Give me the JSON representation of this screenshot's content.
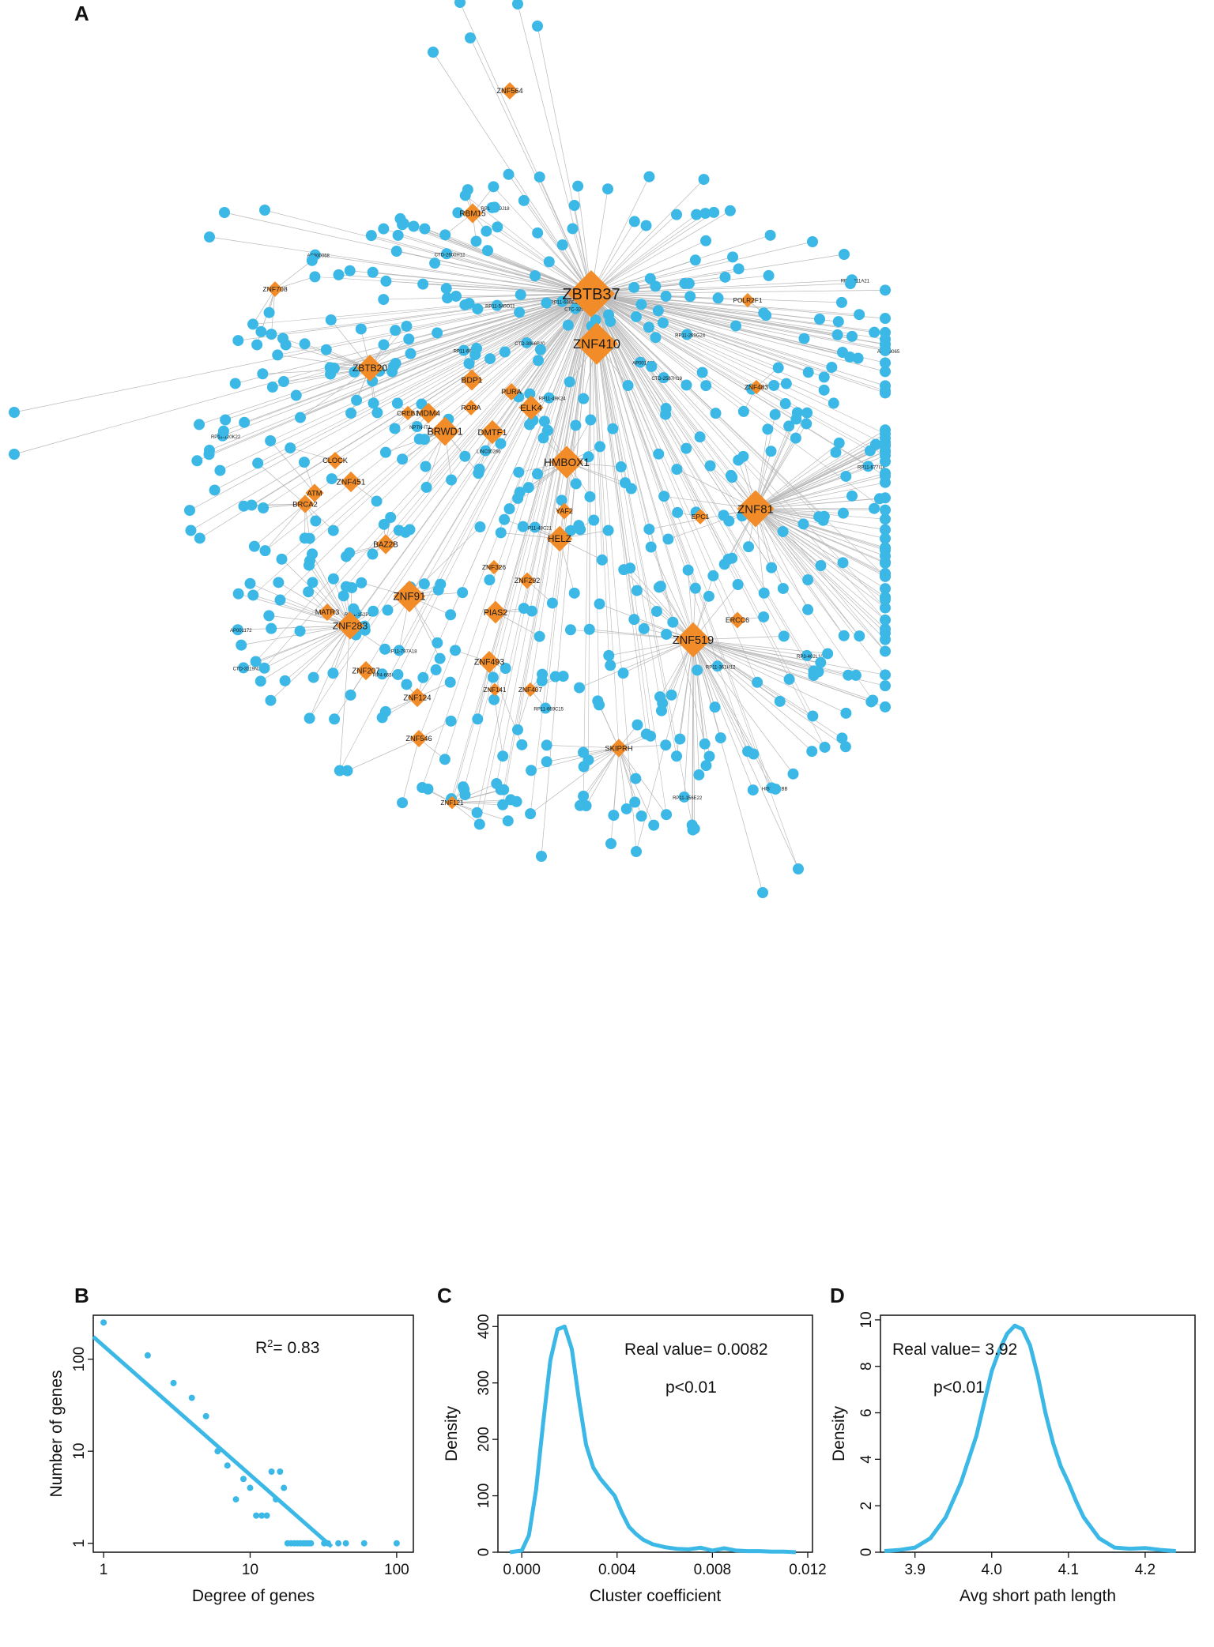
{
  "panels": {
    "a_label": "A",
    "b_label": "B",
    "c_label": "C",
    "d_label": "D"
  },
  "network": {
    "hubs": [
      {
        "label": "ZBTB37",
        "degree": 200
      },
      {
        "label": "ZNF410",
        "degree": 60
      },
      {
        "label": "ZNF81",
        "degree": 45
      },
      {
        "label": "ZNF519",
        "degree": 40
      },
      {
        "label": "HMBOX1",
        "degree": 34
      },
      {
        "label": "ZNF91",
        "degree": 32
      },
      {
        "label": "BRWD1",
        "degree": 26
      },
      {
        "label": "ZNF283",
        "degree": 24
      },
      {
        "label": "ZBTB20",
        "degree": 22
      },
      {
        "label": "HELZ",
        "degree": 20
      },
      {
        "label": "ELK4",
        "degree": 18
      },
      {
        "label": "DMTF1",
        "degree": 17
      },
      {
        "label": "PIAS2",
        "degree": 15
      },
      {
        "label": "ZNF493",
        "degree": 14
      },
      {
        "label": "BDP1",
        "degree": 13
      },
      {
        "label": "MDM4",
        "degree": 12
      },
      {
        "label": "ZNF451",
        "degree": 12
      },
      {
        "label": "RBM15",
        "degree": 11
      },
      {
        "label": "BAZ2B",
        "degree": 11
      },
      {
        "label": "ZNF207",
        "degree": 10
      },
      {
        "label": "ZNF124",
        "degree": 10
      },
      {
        "label": "SKIPRH",
        "degree": 9
      },
      {
        "label": "BRCA2",
        "degree": 9
      },
      {
        "label": "ATM",
        "degree": 9
      },
      {
        "label": "CLOCK",
        "degree": 8
      },
      {
        "label": "ZNF546",
        "degree": 8
      },
      {
        "label": "MATR3",
        "degree": 8
      },
      {
        "label": "PURA",
        "degree": 8
      },
      {
        "label": "ZNF564",
        "degree": 8
      },
      {
        "label": "YAF2",
        "degree": 7
      },
      {
        "label": "ZNF292",
        "degree": 7
      },
      {
        "label": "ERCC6",
        "degree": 7
      },
      {
        "label": "RORA",
        "degree": 6
      },
      {
        "label": "EPC1",
        "degree": 6
      },
      {
        "label": "ZNF708",
        "degree": 6
      },
      {
        "label": "CREB1",
        "degree": 5
      },
      {
        "label": "ZNF483",
        "degree": 5
      },
      {
        "label": "POLR2F1",
        "degree": 5
      },
      {
        "label": "ZNF326",
        "degree": 5
      },
      {
        "label": "ZNF407",
        "degree": 5
      },
      {
        "label": "ZNF141",
        "degree": 4
      },
      {
        "label": "ZNF121",
        "degree": 4
      }
    ],
    "sample_leaf_labels": [
      "RP11-66O17",
      "AC000068",
      "CTD-2600H12",
      "HIST1H2BB",
      "RP11-389J18",
      "CTC-325H20",
      "AP001429",
      "NPTN-IT1",
      "RP11-156E22",
      "RP11-111A21",
      "RP3-402L10",
      "RP11-680E14",
      "RP11-669C15",
      "AC009065",
      "RP11-152P17",
      "CTD-2587H19",
      "RP11-361H12",
      "RP4-665N4",
      "RP11-677I18",
      "RP11-535C21",
      "AP001172",
      "RP11-269G24",
      "RP11-120K22",
      "RP11-49K24",
      "LINC00266",
      "RP11-540O11",
      "CTD-3066B20",
      "RP11-797A18",
      "CTD-3119N2",
      "RP11-48C21"
    ],
    "colors": {
      "hub": "#F28C28",
      "leaf": "#3BB8E6",
      "edge": "#b8b8b8"
    }
  },
  "chart_data": [
    {
      "panel": "B",
      "type": "scatter",
      "title": "",
      "xlabel": "Degree of genes",
      "ylabel": "Number of genes",
      "x_scale": "log",
      "y_scale": "log",
      "xlim": [
        0.85,
        130
      ],
      "ylim": [
        0.8,
        300
      ],
      "xticks": [
        1,
        10,
        100
      ],
      "yticks": [
        1,
        10,
        100
      ],
      "annotation": "R²= 0.83",
      "annotation_main": "R",
      "annotation_sup": "2",
      "annotation_rest": "= 0.83",
      "points": [
        {
          "x": 1,
          "y": 250
        },
        {
          "x": 2,
          "y": 110
        },
        {
          "x": 3,
          "y": 55
        },
        {
          "x": 4,
          "y": 38
        },
        {
          "x": 5,
          "y": 24
        },
        {
          "x": 6,
          "y": 10
        },
        {
          "x": 7,
          "y": 7
        },
        {
          "x": 8,
          "y": 3
        },
        {
          "x": 9,
          "y": 5
        },
        {
          "x": 10,
          "y": 4
        },
        {
          "x": 11,
          "y": 2
        },
        {
          "x": 12,
          "y": 2
        },
        {
          "x": 13,
          "y": 2
        },
        {
          "x": 14,
          "y": 6
        },
        {
          "x": 15,
          "y": 3
        },
        {
          "x": 16,
          "y": 6
        },
        {
          "x": 17,
          "y": 4
        },
        {
          "x": 18,
          "y": 1
        },
        {
          "x": 19,
          "y": 1
        },
        {
          "x": 20,
          "y": 1
        },
        {
          "x": 21,
          "y": 1
        },
        {
          "x": 22,
          "y": 1
        },
        {
          "x": 23,
          "y": 1
        },
        {
          "x": 24,
          "y": 1
        },
        {
          "x": 25,
          "y": 1
        },
        {
          "x": 26,
          "y": 1
        },
        {
          "x": 32,
          "y": 1
        },
        {
          "x": 34,
          "y": 1
        },
        {
          "x": 40,
          "y": 1
        },
        {
          "x": 45,
          "y": 1
        },
        {
          "x": 60,
          "y": 1
        },
        {
          "x": 100,
          "y": 1
        }
      ],
      "fit_line": {
        "x": [
          0.85,
          36
        ],
        "y": [
          175,
          0.92
        ]
      },
      "color": "#3BB8E6"
    },
    {
      "panel": "C",
      "type": "line",
      "title": "",
      "xlabel": "Cluster coefficient",
      "ylabel": "Density",
      "xlim": [
        -0.001,
        0.0122
      ],
      "ylim": [
        0,
        420
      ],
      "xticks": [
        0.0,
        0.004,
        0.008,
        0.012
      ],
      "xtick_labels": [
        "0.000",
        "0.004",
        "0.008",
        "0.012"
      ],
      "yticks": [
        0,
        100,
        200,
        300,
        400
      ],
      "annotation_value": "Real value= 0.0082",
      "annotation_p": "p<0.01",
      "x": [
        -0.0005,
        0.0,
        0.0003,
        0.0006,
        0.0009,
        0.0012,
        0.0015,
        0.0018,
        0.0021,
        0.0024,
        0.0027,
        0.003,
        0.0033,
        0.0036,
        0.0039,
        0.0042,
        0.0045,
        0.0048,
        0.0051,
        0.0055,
        0.006,
        0.0065,
        0.007,
        0.0075,
        0.008,
        0.0085,
        0.009,
        0.0095,
        0.01,
        0.0105,
        0.011,
        0.0115
      ],
      "y": [
        0,
        3,
        30,
        110,
        230,
        340,
        395,
        400,
        360,
        270,
        190,
        150,
        130,
        115,
        100,
        70,
        45,
        32,
        22,
        14,
        9,
        6,
        5,
        8,
        3,
        7,
        3,
        2,
        2,
        1,
        1,
        0
      ],
      "color": "#3BB8E6"
    },
    {
      "panel": "D",
      "type": "line",
      "title": "",
      "xlabel": "Avg short path length",
      "ylabel": "Density",
      "xlim": [
        3.855,
        4.265
      ],
      "ylim": [
        0,
        10.2
      ],
      "xticks": [
        3.9,
        4.0,
        4.1,
        4.2
      ],
      "xtick_labels": [
        "3.9",
        "4.0",
        "4.1",
        "4.2"
      ],
      "yticks": [
        0,
        2,
        4,
        6,
        8,
        10
      ],
      "annotation_value": "Real value= 3.92",
      "annotation_p": "p<0.01",
      "x": [
        3.86,
        3.88,
        3.9,
        3.92,
        3.94,
        3.96,
        3.97,
        3.98,
        3.99,
        4.0,
        4.01,
        4.02,
        4.03,
        4.04,
        4.05,
        4.06,
        4.07,
        4.08,
        4.09,
        4.1,
        4.11,
        4.12,
        4.14,
        4.16,
        4.18,
        4.2,
        4.22,
        4.24
      ],
      "y": [
        0.05,
        0.1,
        0.2,
        0.6,
        1.5,
        3.0,
        4.0,
        5.0,
        6.4,
        7.8,
        8.7,
        9.4,
        9.75,
        9.6,
        8.9,
        7.6,
        6.0,
        4.7,
        3.7,
        3.0,
        2.2,
        1.5,
        0.6,
        0.2,
        0.15,
        0.18,
        0.1,
        0.05
      ],
      "color": "#3BB8E6"
    }
  ]
}
